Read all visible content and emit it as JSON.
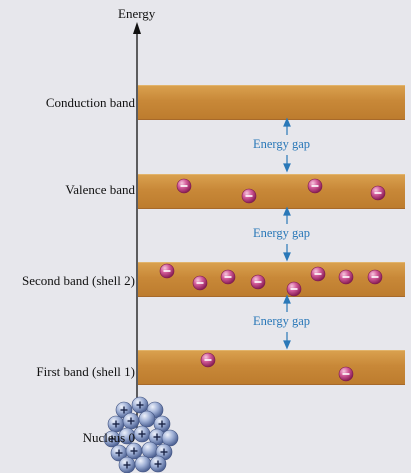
{
  "axis_label": "Energy",
  "bands": [
    {
      "id": "conduction",
      "label": "Conduction band",
      "electrons": 0
    },
    {
      "id": "valence",
      "label": "Valence band",
      "electrons": 4
    },
    {
      "id": "second",
      "label": "Second band (shell 2)",
      "electrons": 8
    },
    {
      "id": "first",
      "label": "First band (shell 1)",
      "electrons": 2
    }
  ],
  "gap_label": "Energy gap",
  "gaps": [
    "Energy gap",
    "Energy gap",
    "Energy gap"
  ],
  "nucleus_label": "Nucleus 0",
  "electron_symbol": "−",
  "proton_symbol": "+",
  "colors": {
    "band": "#c88838",
    "gap_arrow": "#2a78b8",
    "electron": "#b8357a",
    "nucleus": "#7f95c2"
  },
  "icons": [
    "electron-icon",
    "nucleus-icon",
    "proton-icon",
    "arrow-icon"
  ]
}
